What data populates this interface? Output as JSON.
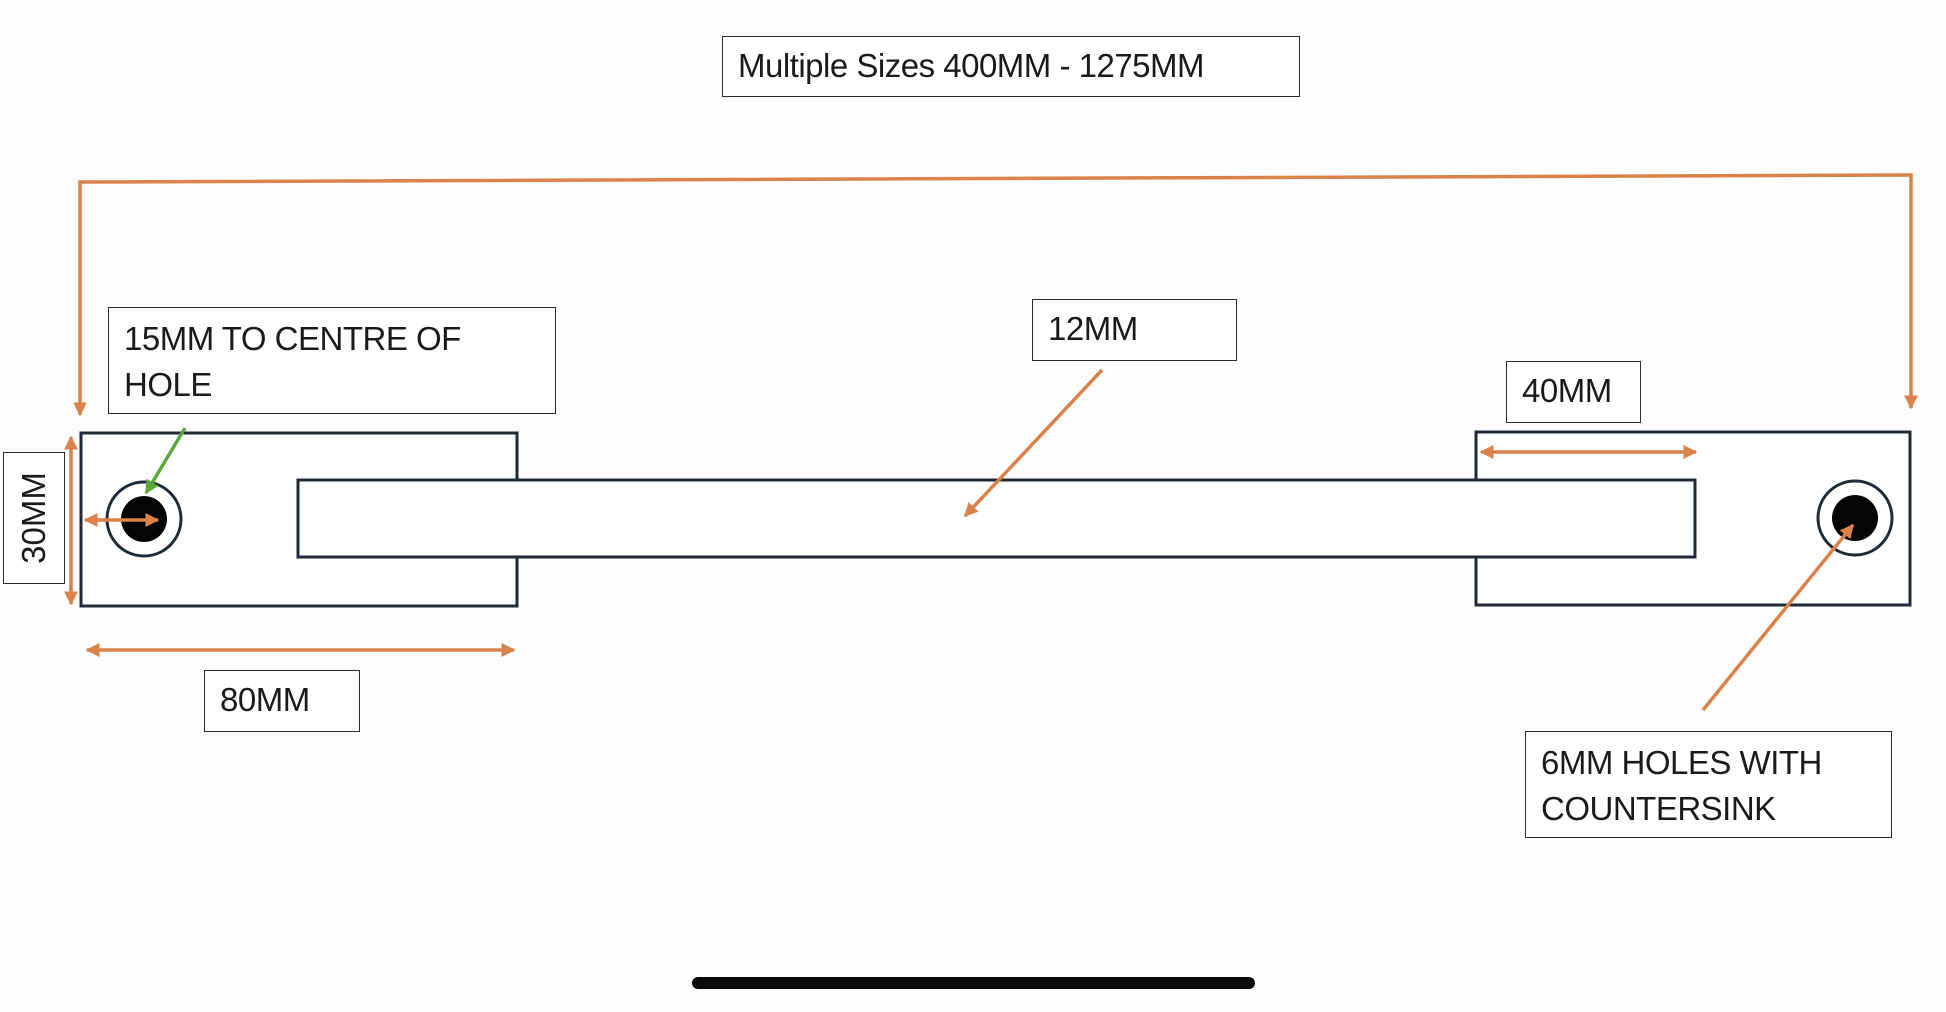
{
  "title": "Multiple Sizes 400MM - 1275MM",
  "labels": {
    "hole_centre": "15MM TO CENTRE OF HOLE",
    "bar_thickness": "12MM",
    "bracket_width": "40MM",
    "height": "30MM",
    "bracket_length": "80MM",
    "holes": "6MM HOLES WITH COUNTERSINK"
  },
  "colors": {
    "dimension_lines": "#d9824a",
    "pointer_hole_centre": "#5aa83a",
    "outline": "#1f2a36",
    "hole_fill": "#050505",
    "home_indicator": "#0a0a0a"
  }
}
